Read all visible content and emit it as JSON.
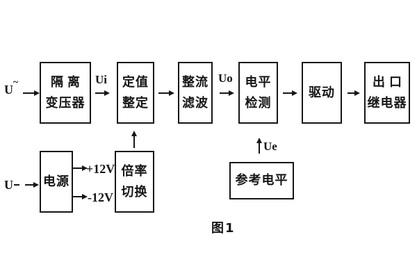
{
  "figure": {
    "caption": "图1",
    "signals": {
      "u_ac_base": "U",
      "u_ac_sup": "~",
      "ui": "Ui",
      "uo": "Uo",
      "ue": "Ue",
      "u_dc": "U",
      "plus_12v": "+12V",
      "minus_12v": "-12V"
    },
    "blocks": {
      "isolation_transformer": {
        "line1": "隔离",
        "line2": "变压器"
      },
      "setting_adjustment": {
        "line1": "定值",
        "line2": "整定"
      },
      "rectifier_filter": {
        "line1": "整流",
        "line2": "滤波"
      },
      "level_detection": {
        "line1": "电平",
        "line2": "检测"
      },
      "drive": {
        "line1": "驱动"
      },
      "output_relay": {
        "line1": "出口",
        "line2": "继电器"
      },
      "power_supply": {
        "line1": "电源"
      },
      "ratio_switch": {
        "line1": "倍率",
        "line2": "切换"
      },
      "reference_level": {
        "line1": "参考电平"
      }
    },
    "colors": {
      "line": "#161616",
      "background": "#ffffff"
    }
  }
}
